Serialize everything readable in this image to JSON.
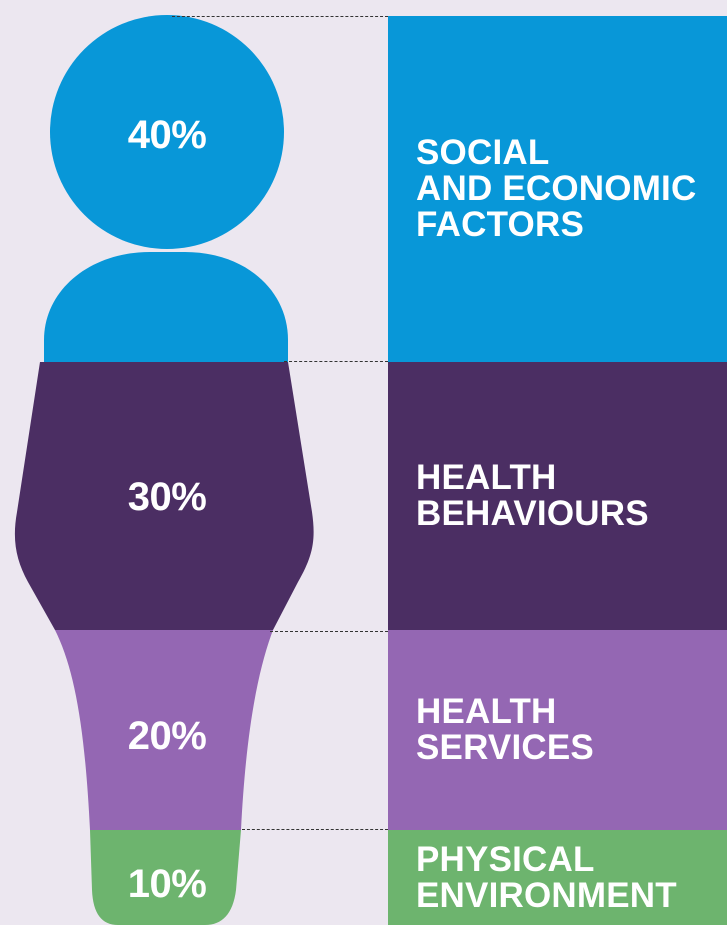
{
  "colors": {
    "social_economic": "#0897d8",
    "health_behaviours": "#4b2e63",
    "health_services": "#9467b3",
    "physical_environment": "#6db46e",
    "background": "#ece7f0"
  },
  "segments": [
    {
      "percent": "40%",
      "label": "SOCIAL\nAND ECONOMIC\nFACTORS"
    },
    {
      "percent": "30%",
      "label": "HEALTH\nBEHAVIOURS"
    },
    {
      "percent": "20%",
      "label": "HEALTH\nSERVICES"
    },
    {
      "percent": "10%",
      "label": "PHYSICAL\nENVIRONMENT"
    }
  ],
  "chart_data": {
    "type": "pie",
    "categories": [
      "SOCIAL AND ECONOMIC FACTORS",
      "HEALTH BEHAVIOURS",
      "HEALTH SERVICES",
      "PHYSICAL ENVIRONMENT"
    ],
    "values": [
      40,
      30,
      20,
      10
    ]
  }
}
